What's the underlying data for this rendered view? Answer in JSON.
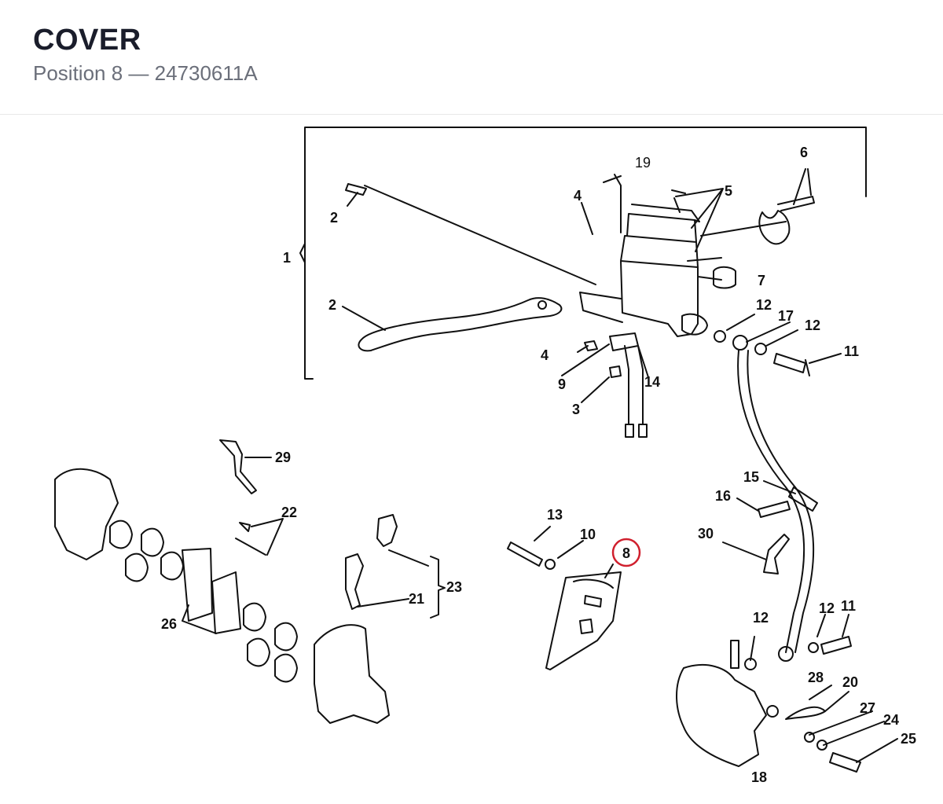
{
  "header": {
    "title": "COVER",
    "subtitle": "Position 8 — 24730611A"
  },
  "diagram": {
    "highlight_color": "#d0202e",
    "highlighted_label": "8",
    "callouts": [
      "1",
      "2",
      "2",
      "3",
      "4",
      "4",
      "5",
      "6",
      "7",
      "8",
      "9",
      "10",
      "11",
      "11",
      "12",
      "12",
      "12",
      "12",
      "13",
      "14",
      "15",
      "16",
      "17",
      "18",
      "19",
      "20",
      "21",
      "22",
      "23",
      "24",
      "25",
      "26",
      "27",
      "28",
      "29",
      "30"
    ]
  }
}
